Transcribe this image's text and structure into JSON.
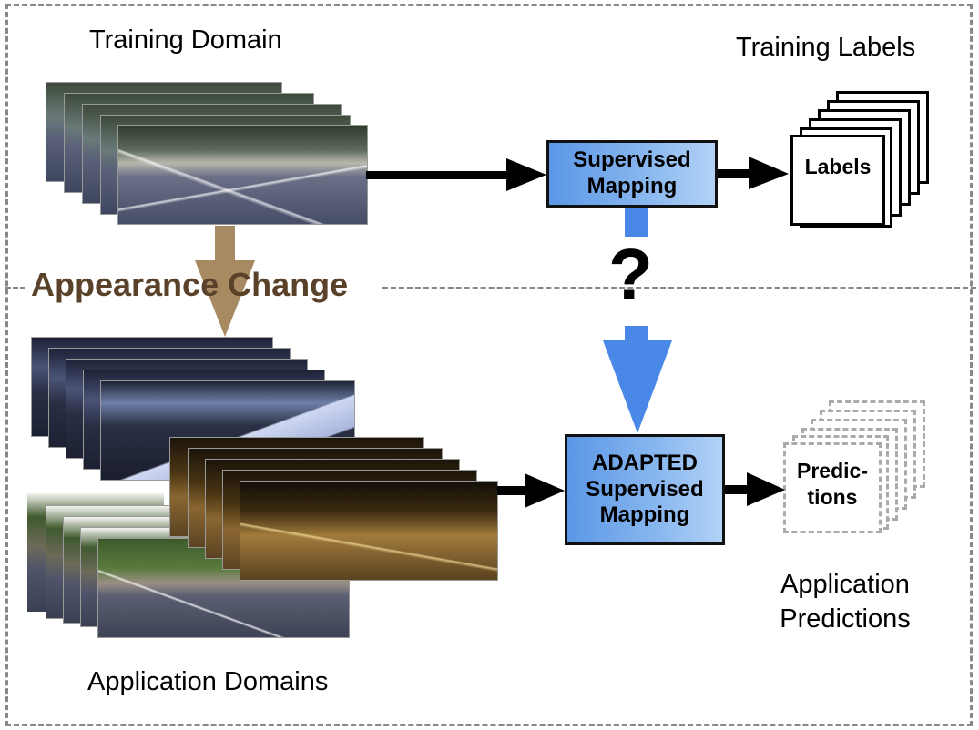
{
  "diagram": {
    "sections": {
      "training_domain": "Training Domain",
      "training_labels": "Training Labels",
      "application_domains": "Application Domains",
      "application_predictions_line1": "Application",
      "application_predictions_line2": "Predictions"
    },
    "appearance_change": "Appearance Change",
    "question_mark": "?",
    "boxes": {
      "supervised_mapping": {
        "line1": "Supervised",
        "line2": "Mapping"
      },
      "adapted_mapping": {
        "line1": "ADAPTED",
        "line2": "Supervised",
        "line3": "Mapping"
      }
    },
    "cards": {
      "labels": "Labels",
      "predictions_line1": "Predic-",
      "predictions_line2": "tions"
    },
    "image_stacks": [
      {
        "name": "training-domain-images",
        "condition": "overcast day"
      },
      {
        "name": "snow-domain-images",
        "condition": "snow / dusk"
      },
      {
        "name": "night-domain-images",
        "condition": "night"
      },
      {
        "name": "sunny-domain-images",
        "condition": "sunny day"
      }
    ],
    "colors": {
      "mapping_box_blue": "#5b97e6",
      "question_arrow_blue": "#4a88e8",
      "appearance_arrow_brown": "#a88a62",
      "appearance_text_brown": "#5a4129",
      "dashed_gray": "#888888"
    }
  }
}
